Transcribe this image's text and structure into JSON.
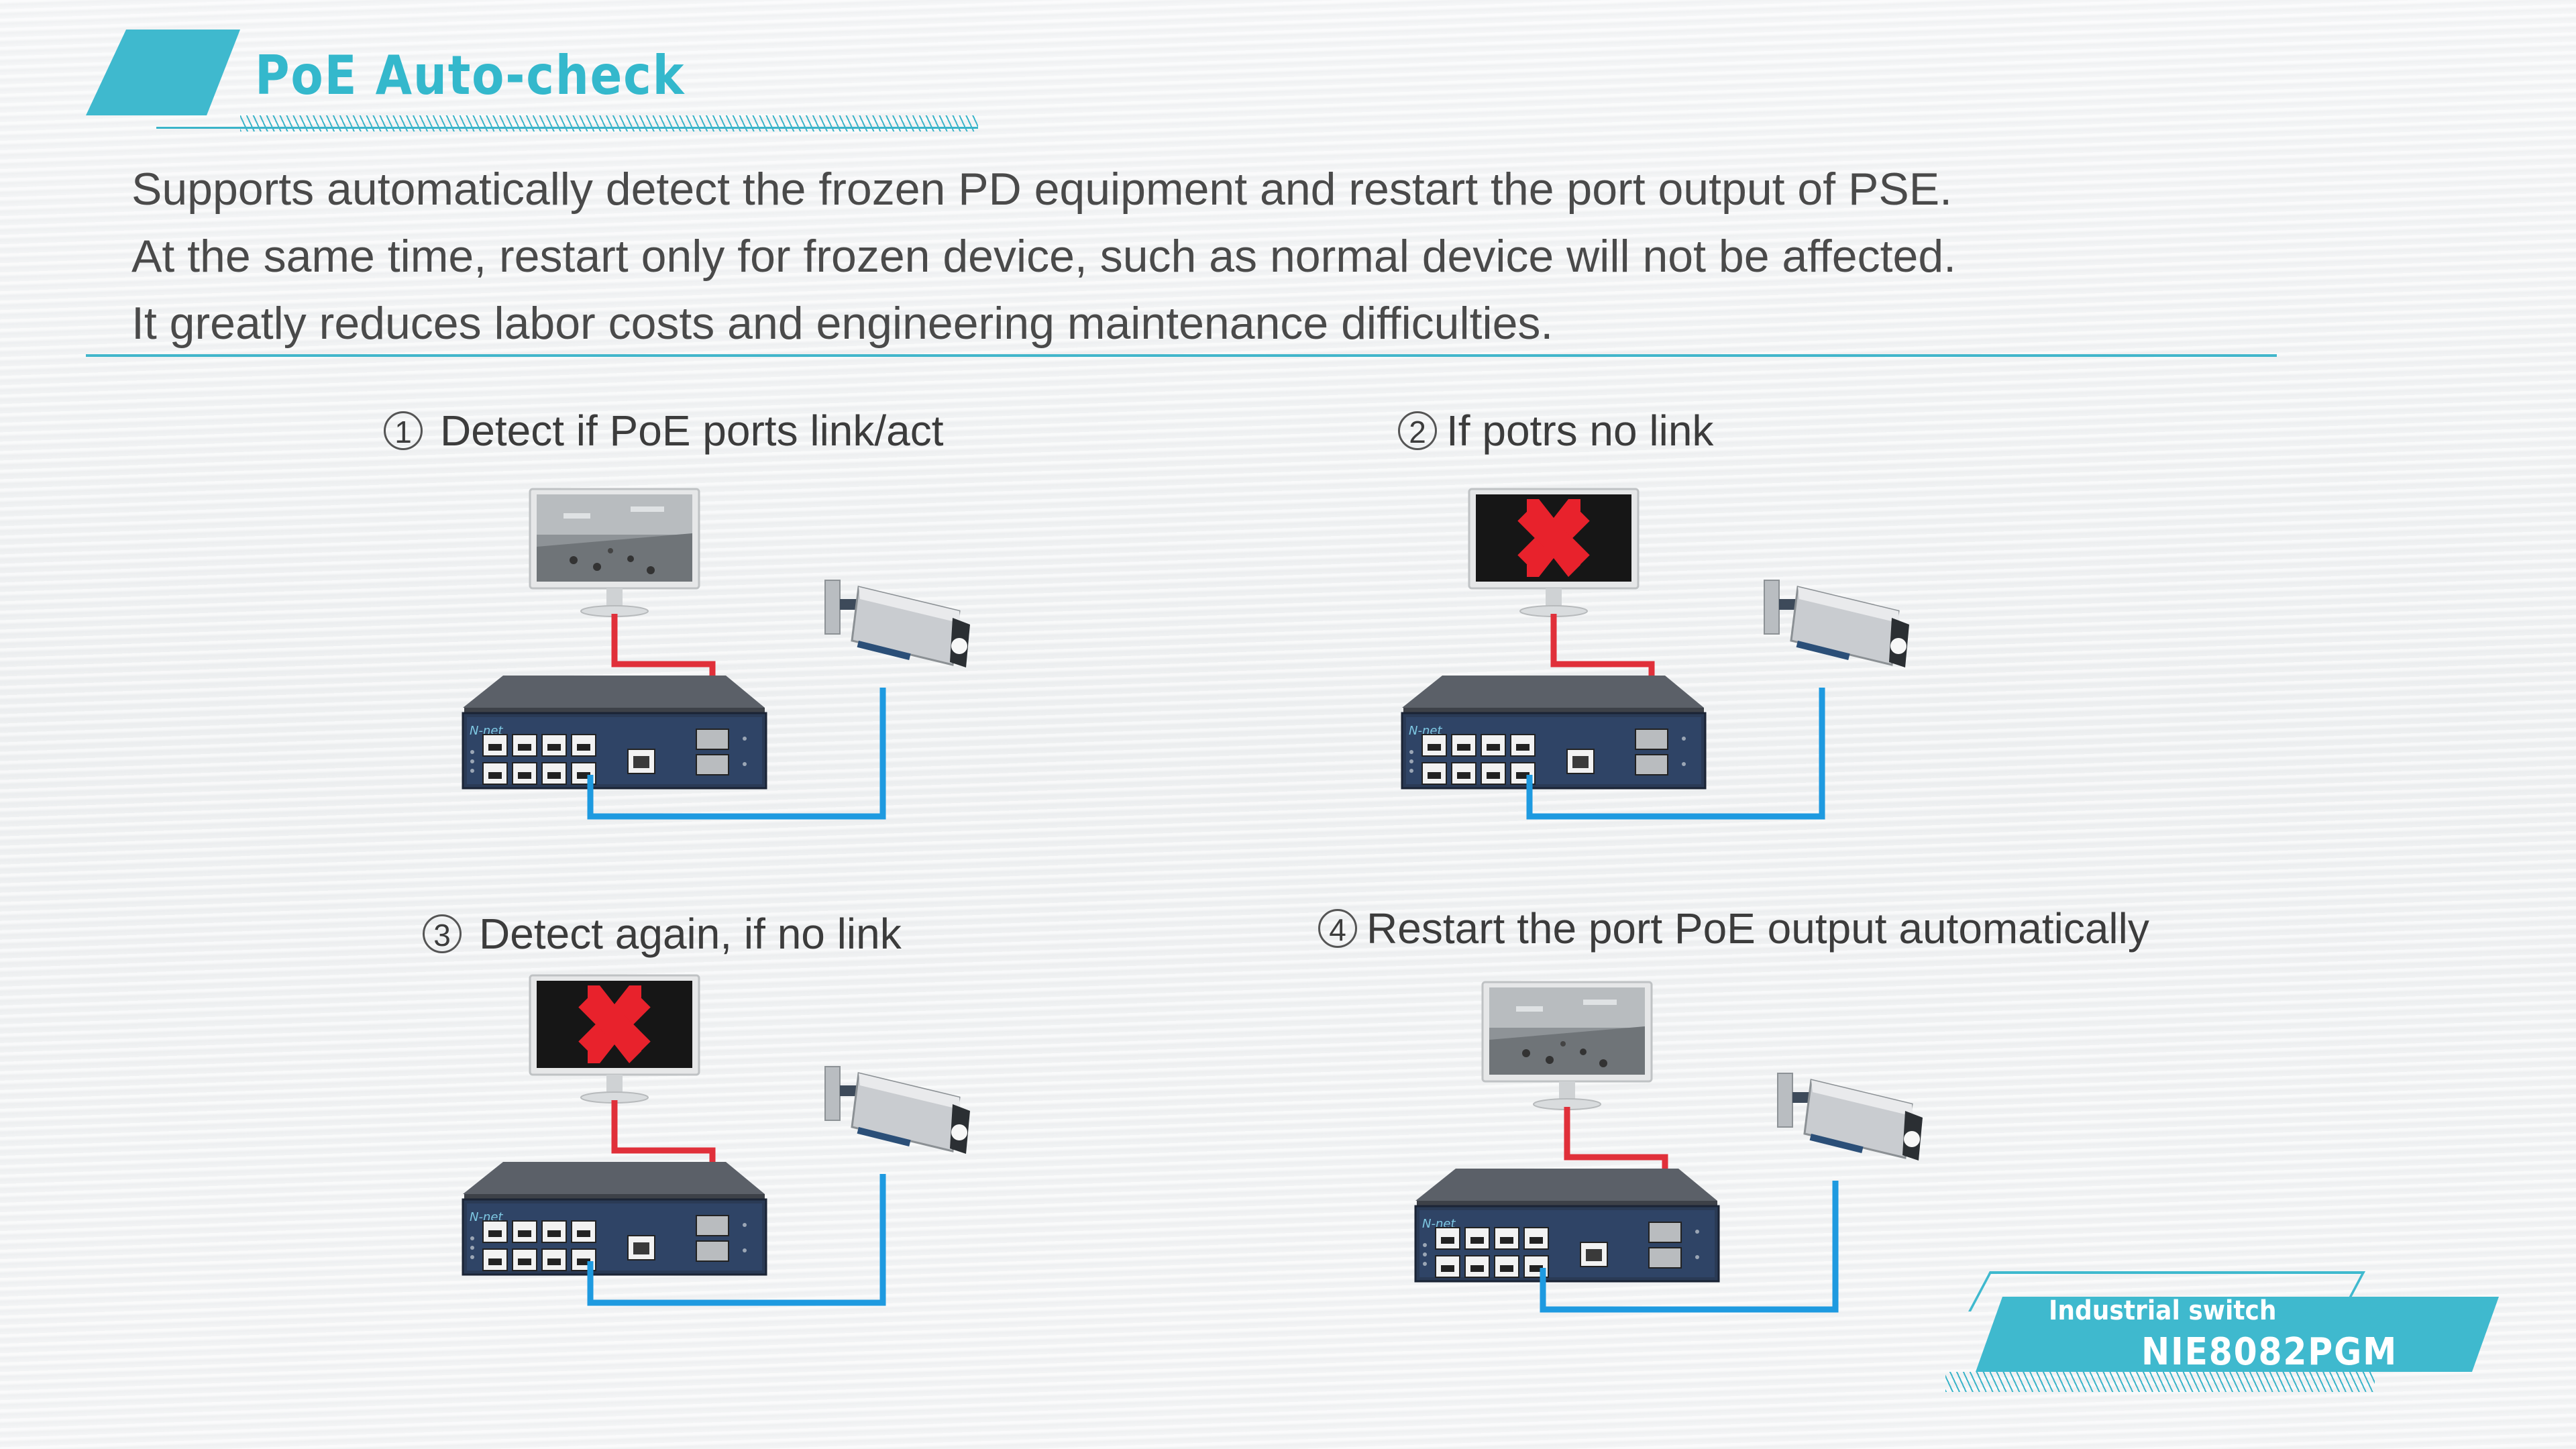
{
  "title": "PoE Auto-check",
  "description": [
    "Supports automatically detect the frozen PD equipment and restart the port output of PSE.",
    "At the same time, restart only for frozen device, such as normal device will not be affected.",
    "It greatly reduces labor costs and engineering maintenance difficulties."
  ],
  "steps": [
    {
      "number": "1",
      "label": "Detect if PoE ports link/act",
      "monitor_state": "video"
    },
    {
      "number": "2",
      "label": "If potrs no link",
      "monitor_state": "error"
    },
    {
      "number": "3",
      "label": "Detect again, if no link",
      "monitor_state": "error"
    },
    {
      "number": "4",
      "label": "Restart the port PoE output automatically",
      "monitor_state": "video"
    }
  ],
  "badge": {
    "subtitle": "Industrial switch",
    "model": "NIE8082PGM"
  },
  "colors": {
    "accent": "#3fb9ce",
    "link_red": "#e0303a",
    "link_blue": "#1e9ae0",
    "error_red": "#e8222c"
  }
}
